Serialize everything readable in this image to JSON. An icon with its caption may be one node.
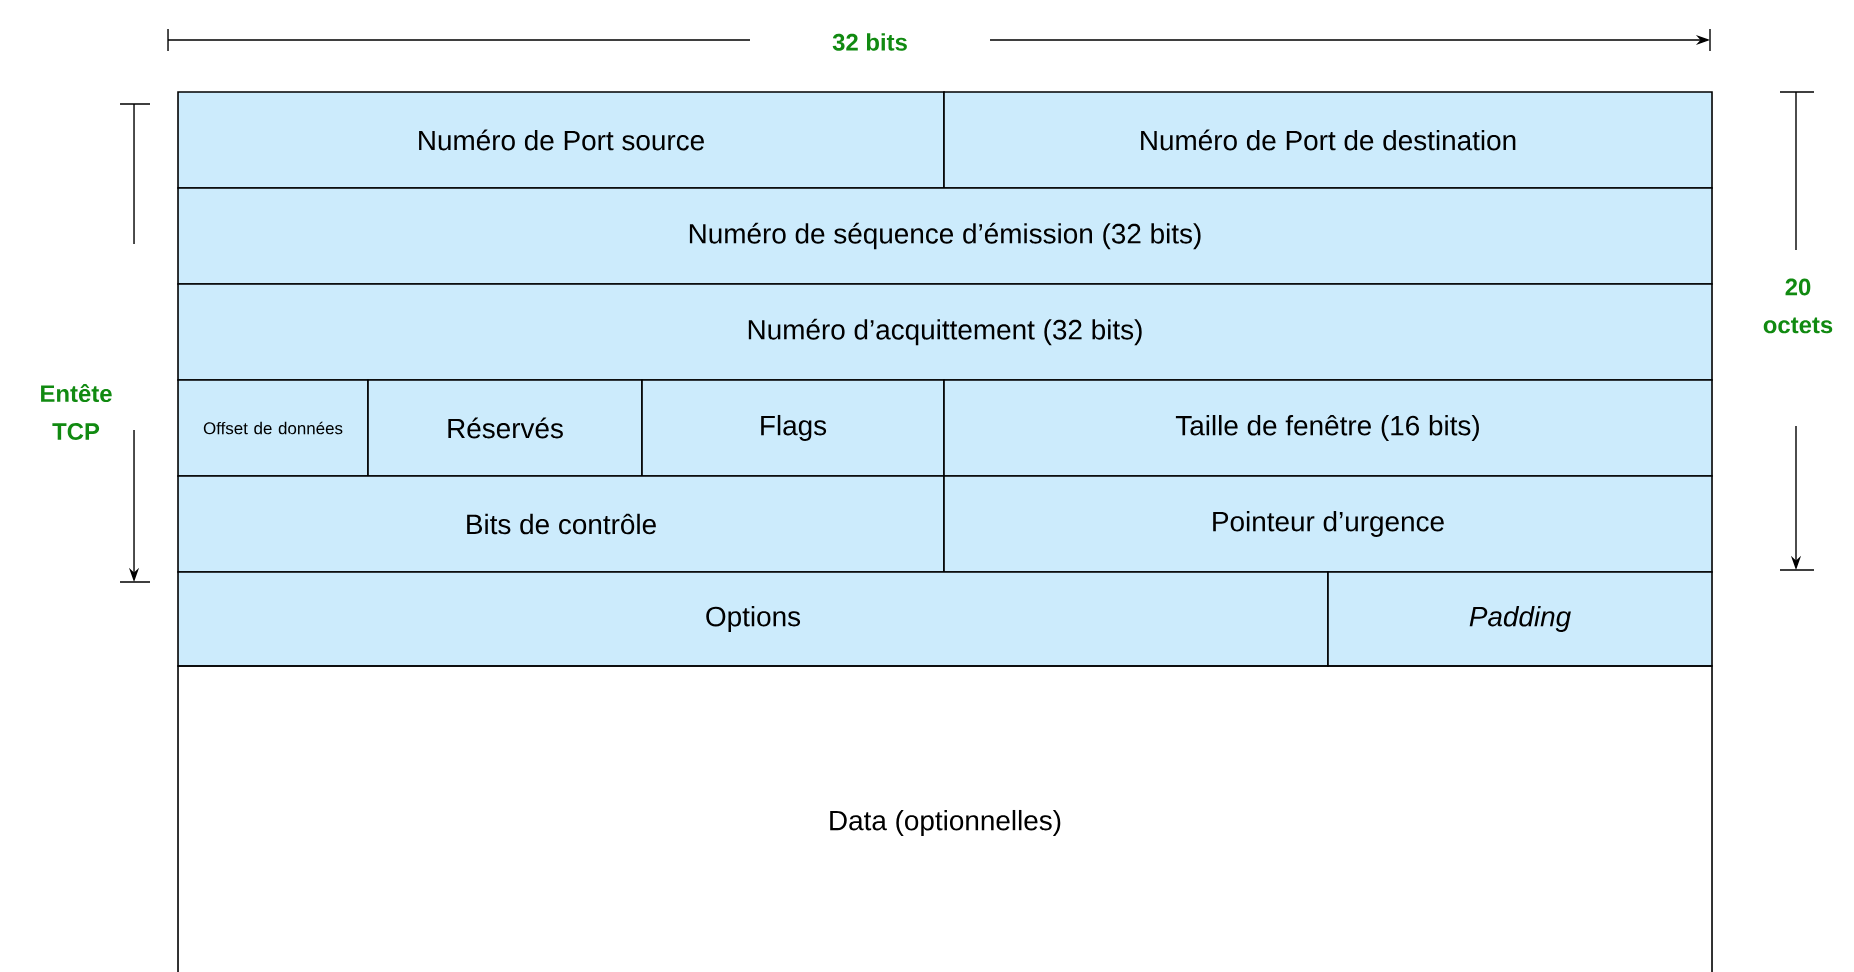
{
  "diagram": {
    "nodes": [
      {
        "text": [
          "Numéro de Port source"
        ]
      },
      {
        "text": [
          "Numéro de Port de destination"
        ]
      },
      {
        "text": [
          "Numéro de séquence d’émission (32 bits)"
        ]
      },
      {
        "text": [
          "Numéro d’acquittement (32 bits)"
        ]
      },
      {
        "text": [
          "Offset de données"
        ]
      },
      {
        "text": [
          "Réservés"
        ]
      },
      {
        "text": [
          "Flags"
        ]
      },
      {
        "text": [
          "Taille de fenêtre (16 bits)"
        ]
      },
      {
        "text": [
          "Bits de contrôle"
        ]
      },
      {
        "text": [
          "Pointeur d’urgence"
        ]
      },
      {
        "text": [
          "Options"
        ]
      },
      {
        "text": [
          "Padding"
        ]
      },
      {
        "text": [
          "Data (optionnelles)"
        ]
      }
    ],
    "labels": [
      "32 bits",
      "Entête TCP",
      "20 octets"
    ]
  }
}
